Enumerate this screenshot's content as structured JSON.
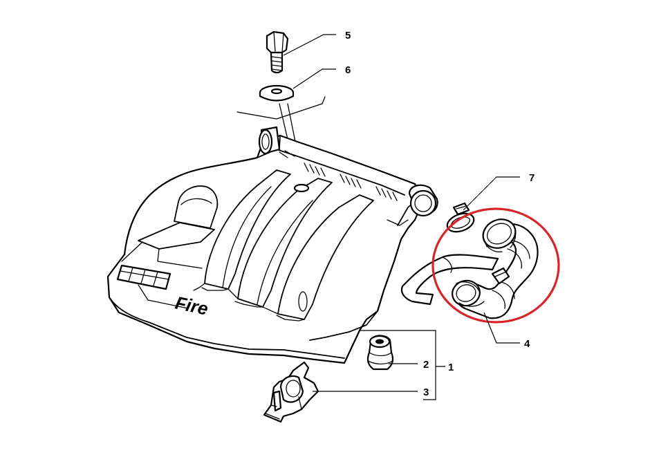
{
  "diagram": {
    "brand_label": "Fire",
    "highlight_color": "#d9242b",
    "callouts": [
      {
        "id": "1",
        "label": "1"
      },
      {
        "id": "2",
        "label": "2"
      },
      {
        "id": "3",
        "label": "3"
      },
      {
        "id": "4",
        "label": "4"
      },
      {
        "id": "5",
        "label": "5"
      },
      {
        "id": "6",
        "label": "6"
      },
      {
        "id": "7",
        "label": "7"
      }
    ]
  }
}
